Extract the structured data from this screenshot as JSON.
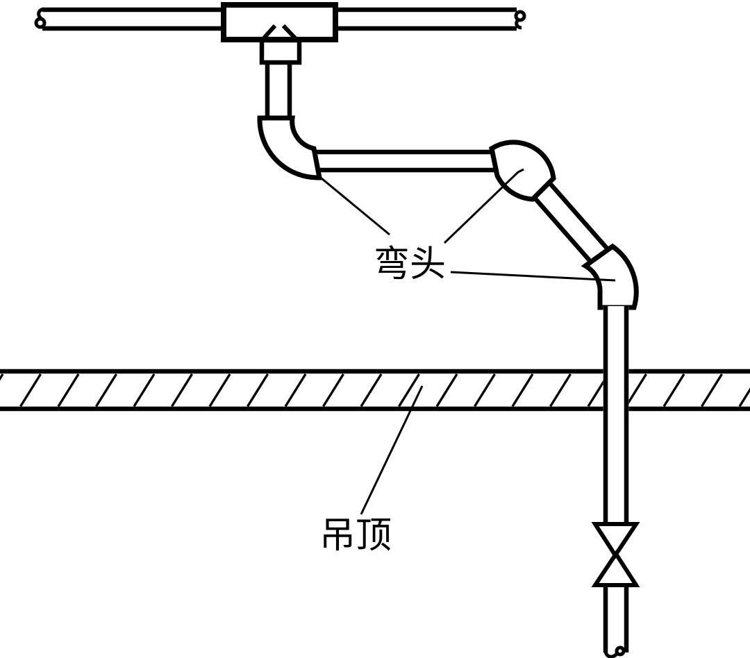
{
  "diagram": {
    "background_color": "#ffffff",
    "line_color": "#000000",
    "labels": {
      "elbow": "弯头",
      "ceiling": "吊顶"
    },
    "components": [
      "main-horizontal-pipe-with-break-ends",
      "tee-fitting",
      "tee-branch-chevron",
      "drop-pipe",
      "elbow-90-fitting",
      "intermediate-horizontal-pipe",
      "elbow-45-upper-fitting",
      "diagonal-pipe",
      "elbow-45-lower-fitting",
      "riser-pipe",
      "suspended-ceiling-hatched-band",
      "valve-symbol",
      "leader-lines"
    ]
  }
}
